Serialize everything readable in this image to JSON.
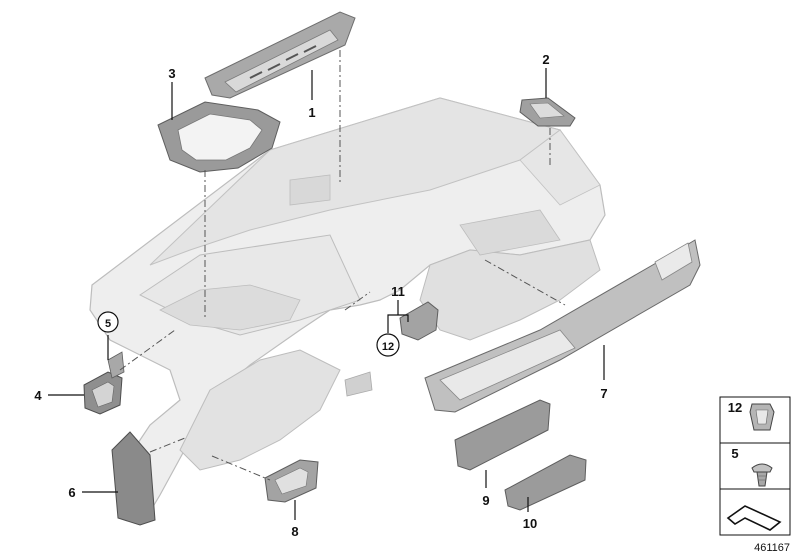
{
  "callouts": {
    "c1": "1",
    "c2": "2",
    "c3": "3",
    "c4": "4",
    "c5": "5",
    "c6": "6",
    "c7": "7",
    "c8": "8",
    "c9": "9",
    "c10": "10",
    "c11": "11",
    "c12": "12"
  },
  "legend": {
    "row1": "12",
    "row2": "5"
  },
  "diagram_id": "461167",
  "colors": {
    "part_light": "#ededed",
    "part_mid": "#c8c8c8",
    "part_dark": "#8e8e8e",
    "line": "#6e6e6e",
    "text": "#111111"
  }
}
